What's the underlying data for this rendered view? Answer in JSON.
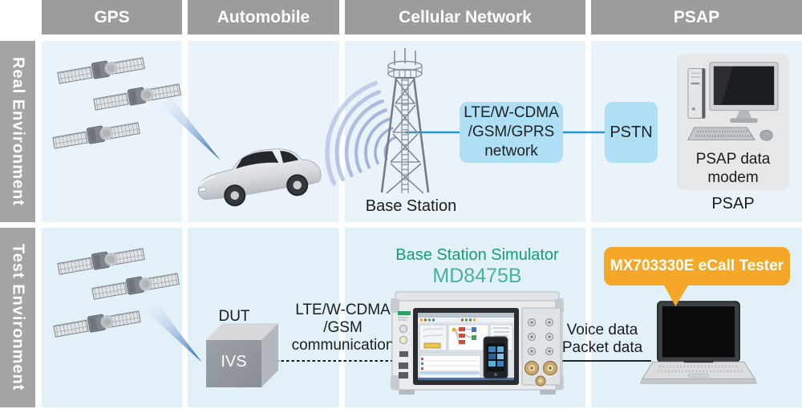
{
  "columns": {
    "gps": "GPS",
    "automobile": "Automobile",
    "cellular_network": "Cellular Network",
    "psap": "PSAP"
  },
  "rows": {
    "real": "Real Environment",
    "test": "Test Environment"
  },
  "real_environment": {
    "base_station_label": "Base Station",
    "network_box_label": "LTE/W-CDMA\n/GSM/GPRS\nnetwork",
    "pstn_label": "PSTN",
    "psap_modem_label": "PSAP data\nmodem",
    "psap_label": "PSAP"
  },
  "test_environment": {
    "dut_label": "DUT",
    "ivs_label": "IVS",
    "communication_label": "LTE/W-CDMA\n/GSM\ncommunication",
    "simulator_title": "Base Station Simulator",
    "simulator_model": "MD8475B",
    "data_links_label": "Voice data\nPacket data",
    "ecall_tester_label": "MX703330E eCall Tester"
  },
  "colors": {
    "header_bar": "#9c9c9c",
    "row_label_bar": "#a4a4a4",
    "cell_real": "#eaf3fa",
    "cell_test": "#e2f0f8",
    "network_box_fill": "#aedff5",
    "connector_blue": "#2198d8",
    "callout_orange": "#f5a728",
    "simulator_title_green": "#12a173",
    "simulator_model_green": "#45b49b",
    "beam_blue": "#1a5cae"
  },
  "icons": {
    "satellite-icon": "GPS satellite with lattice solar panels",
    "gps-beam-icon": "blue signal beam cone",
    "car-icon": "silver automobile",
    "radio-waves-icon": "concentric radio wave arcs",
    "base-station-tower-icon": "lattice antenna tower",
    "desktop-computer-icon": "PSAP data modem workstation",
    "ivs-cube-icon": "gray IVS device cube",
    "md8475b-instrument-icon": "MD8475B base station simulator front panel",
    "laptop-icon": "laptop computer"
  }
}
